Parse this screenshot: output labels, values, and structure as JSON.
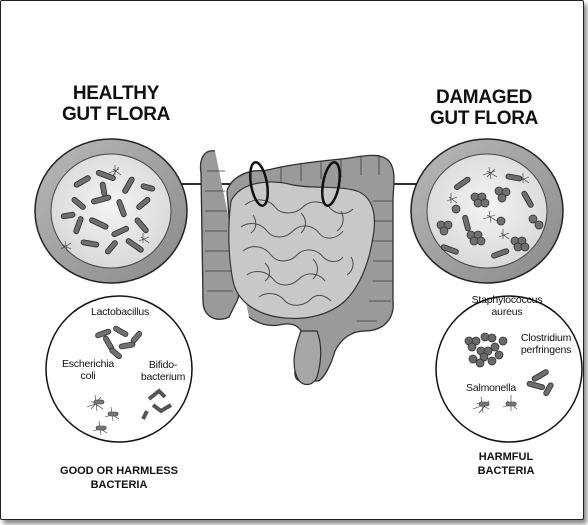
{
  "healthy": {
    "title_line1": "HEALTHY",
    "title_line2": "GUT FLORA",
    "labels": {
      "lactobacillus": "Lactobacillus",
      "escherichia_1": "Escherichia",
      "escherichia_2": "coli",
      "bifido_1": "Bifido-",
      "bifido_2": "bacterium"
    },
    "caption_line1": "GOOD OR HARMLESS",
    "caption_line2": "BACTERIA"
  },
  "damaged": {
    "title_line1": "DAMAGED",
    "title_line2": "GUT FLORA",
    "labels": {
      "staph_1": "Staphylococcus",
      "staph_2": "aureus",
      "clos_1": "Clostridium",
      "clos_2": "perfringens",
      "salmonella": "Salmonella"
    },
    "caption_line1": "HARMFUL",
    "caption_line2": "BACTERIA"
  }
}
